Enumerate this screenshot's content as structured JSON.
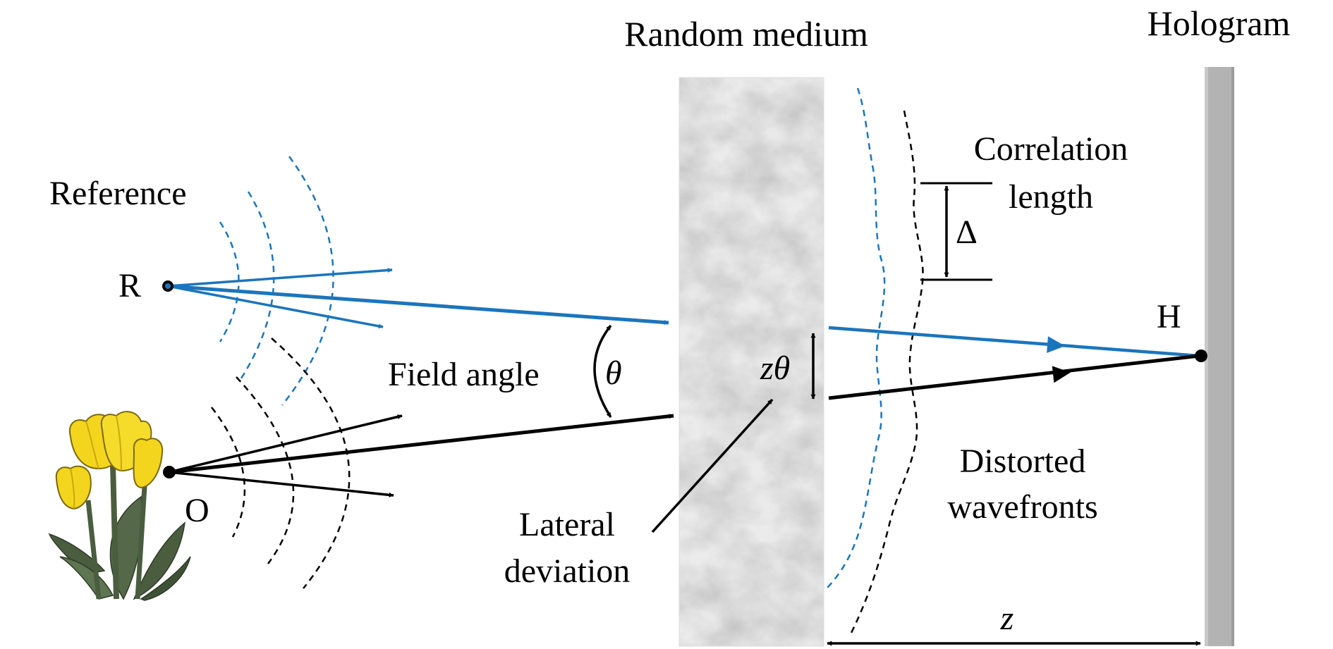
{
  "labels": {
    "random_medium": "Random medium",
    "hologram": "Hologram",
    "reference": "Reference",
    "point_r": "R",
    "point_o": "O",
    "point_h": "H",
    "field_angle": "Field angle",
    "theta": "θ",
    "correlation_line1": "Correlation",
    "correlation_line2": "length",
    "delta": "Δ",
    "z_theta": "zθ",
    "lateral_line1": "Lateral",
    "lateral_line2": "deviation",
    "distorted_line1": "Distorted",
    "distorted_line2": "wavefronts",
    "z": "z"
  },
  "colors": {
    "reference_beam": "#1b75bc",
    "object_beam": "#000000",
    "hologram_plate": "#b3b3b3",
    "medium_base": "#e9e9e9",
    "flower_petal": "#f3d51d",
    "flower_leaf": "#4a5d3f"
  },
  "icons": {
    "object": "tulip-flower-icon",
    "medium_texture": "marble-texture"
  }
}
